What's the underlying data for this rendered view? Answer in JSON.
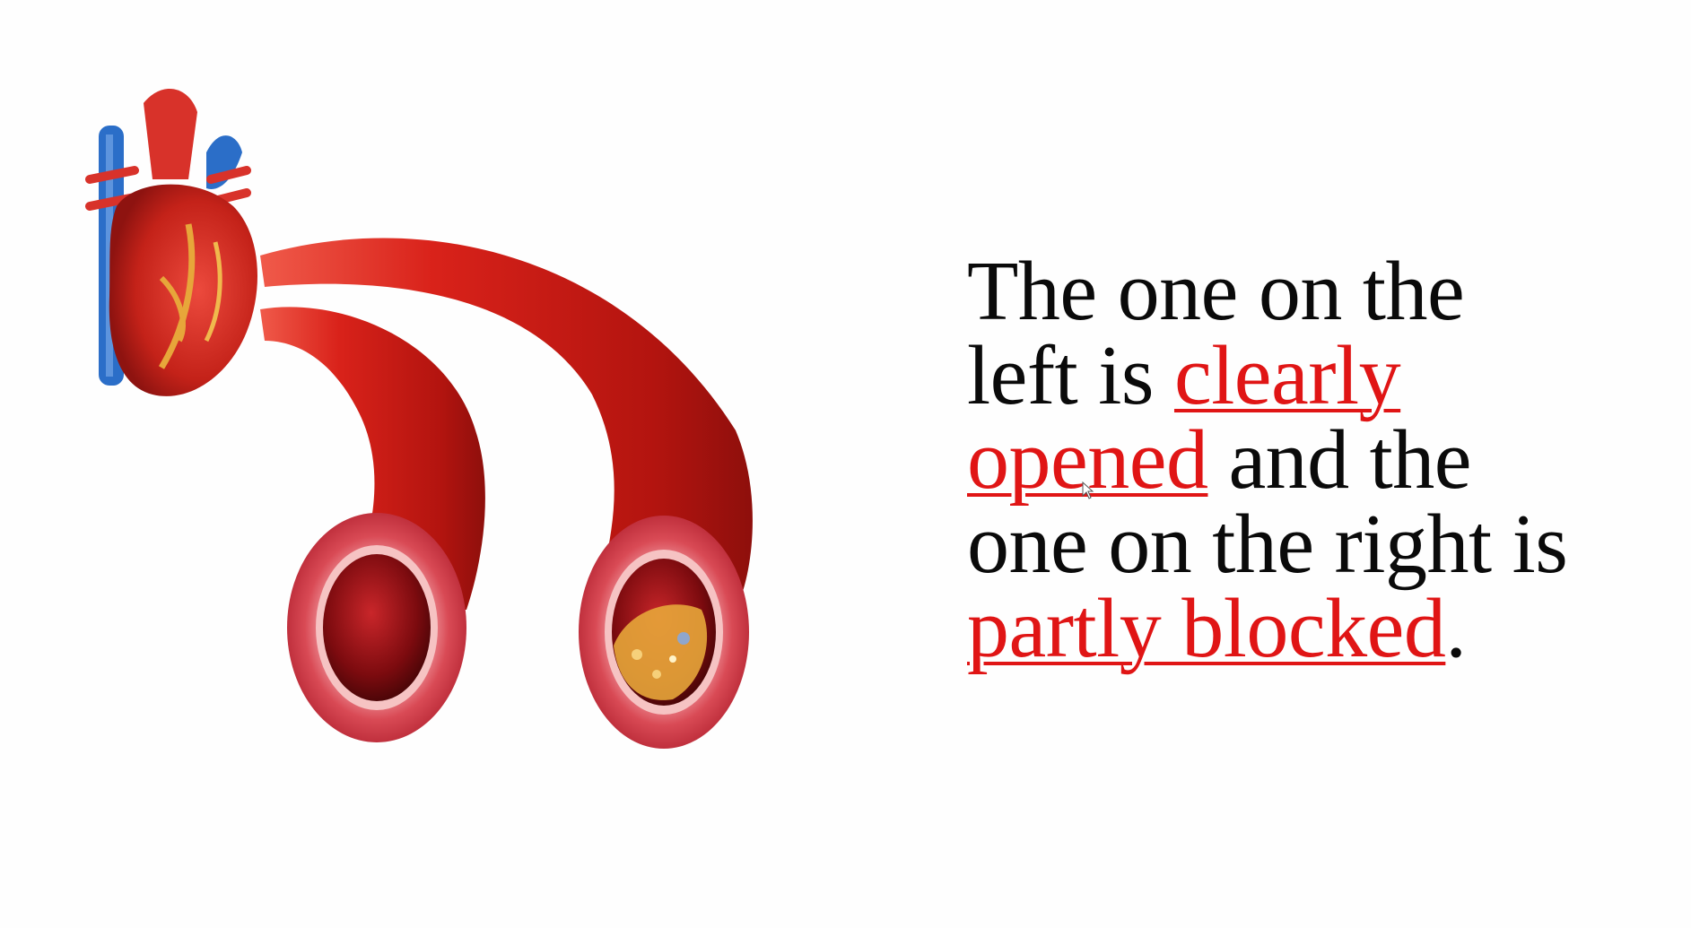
{
  "caption": {
    "line1": "The one on the",
    "line2_plain": "left is ",
    "line2_highlight": "clearly",
    "line3_highlight": "opened",
    "line3_plain": " and the",
    "line4": "one on the right is",
    "line5_highlight": "partly blocked",
    "line5_end": "."
  },
  "colors": {
    "text": "#0a0a0a",
    "highlight": "#e01515",
    "artery_main": "#d41c16",
    "artery_dark": "#8e0f0c",
    "artery_wall": "#e65a63",
    "plaque": "#e7a63a",
    "vein_blue": "#2b6ec8"
  },
  "illustration": {
    "icon": "heart-arteries-illustration"
  }
}
